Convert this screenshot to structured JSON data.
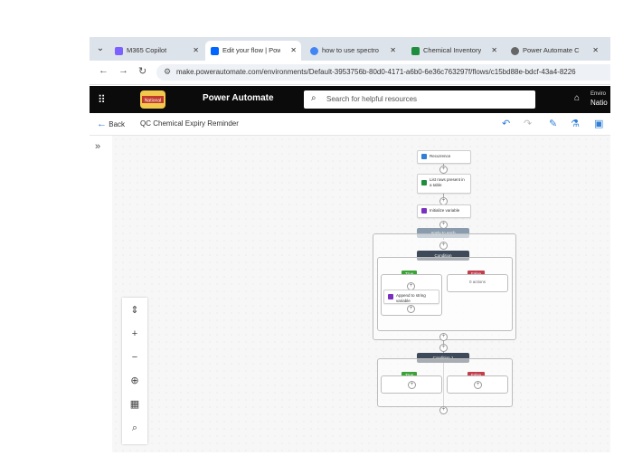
{
  "tabs": [
    {
      "label": "M365 Copilot",
      "color": "#7b61ff"
    },
    {
      "label": "Edit your flow | Pow",
      "color": "#0066ff"
    },
    {
      "label": "how to use spectro",
      "color": "#4285f4"
    },
    {
      "label": "Chemical Inventory",
      "color": "#1e8e3e"
    },
    {
      "label": "Power Automate C",
      "color": "#666666"
    }
  ],
  "address": {
    "url": "make.powerautomate.com/environments/Default-3953756b-80d0-4171-a6b0-6e36c763297f/flows/c15bd88e-bdcf-43a4-8226"
  },
  "header": {
    "app_title": "Power Automate",
    "search_placeholder": "Search for helpful resources",
    "env_line1": "Enviro",
    "env_line2": "Natio",
    "logo_text": "National"
  },
  "commandbar": {
    "back_label": "Back",
    "flow_name": "QC Chemical Expiry Reminder"
  },
  "flow": {
    "recurrence": "Recurrence",
    "list_rows": "List rows present in a table",
    "init_var": "Initialize variable",
    "apply_each": "Apply to each",
    "condition": "Condition",
    "true_label": "True",
    "false_label": "False",
    "false_empty": "0 actions",
    "append": "Append to string variable",
    "condition1": "Condition 1"
  },
  "colors": {
    "accent": "#2f7fd6",
    "header_bg": "#0b0b0b",
    "true": "#3aa335",
    "false": "#c43d4b",
    "condition": "#3e4a59",
    "apply_each": "#8a9bad"
  }
}
